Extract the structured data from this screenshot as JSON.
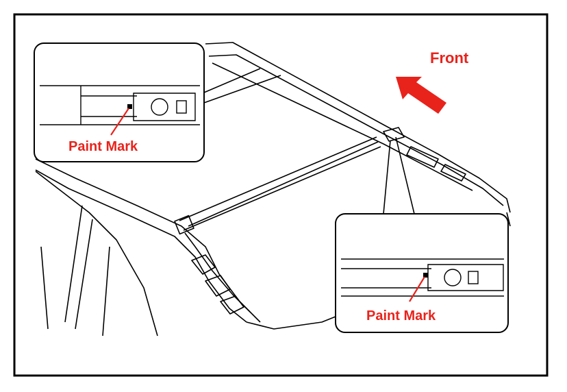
{
  "labels": {
    "front": "Front",
    "paint_mark_left": "Paint Mark",
    "paint_mark_right": "Paint Mark"
  },
  "colors": {
    "annotation": "#e8231c",
    "ink": "#000000",
    "background": "#ffffff"
  },
  "icons": {
    "front_arrow": "arrow-up-left"
  }
}
